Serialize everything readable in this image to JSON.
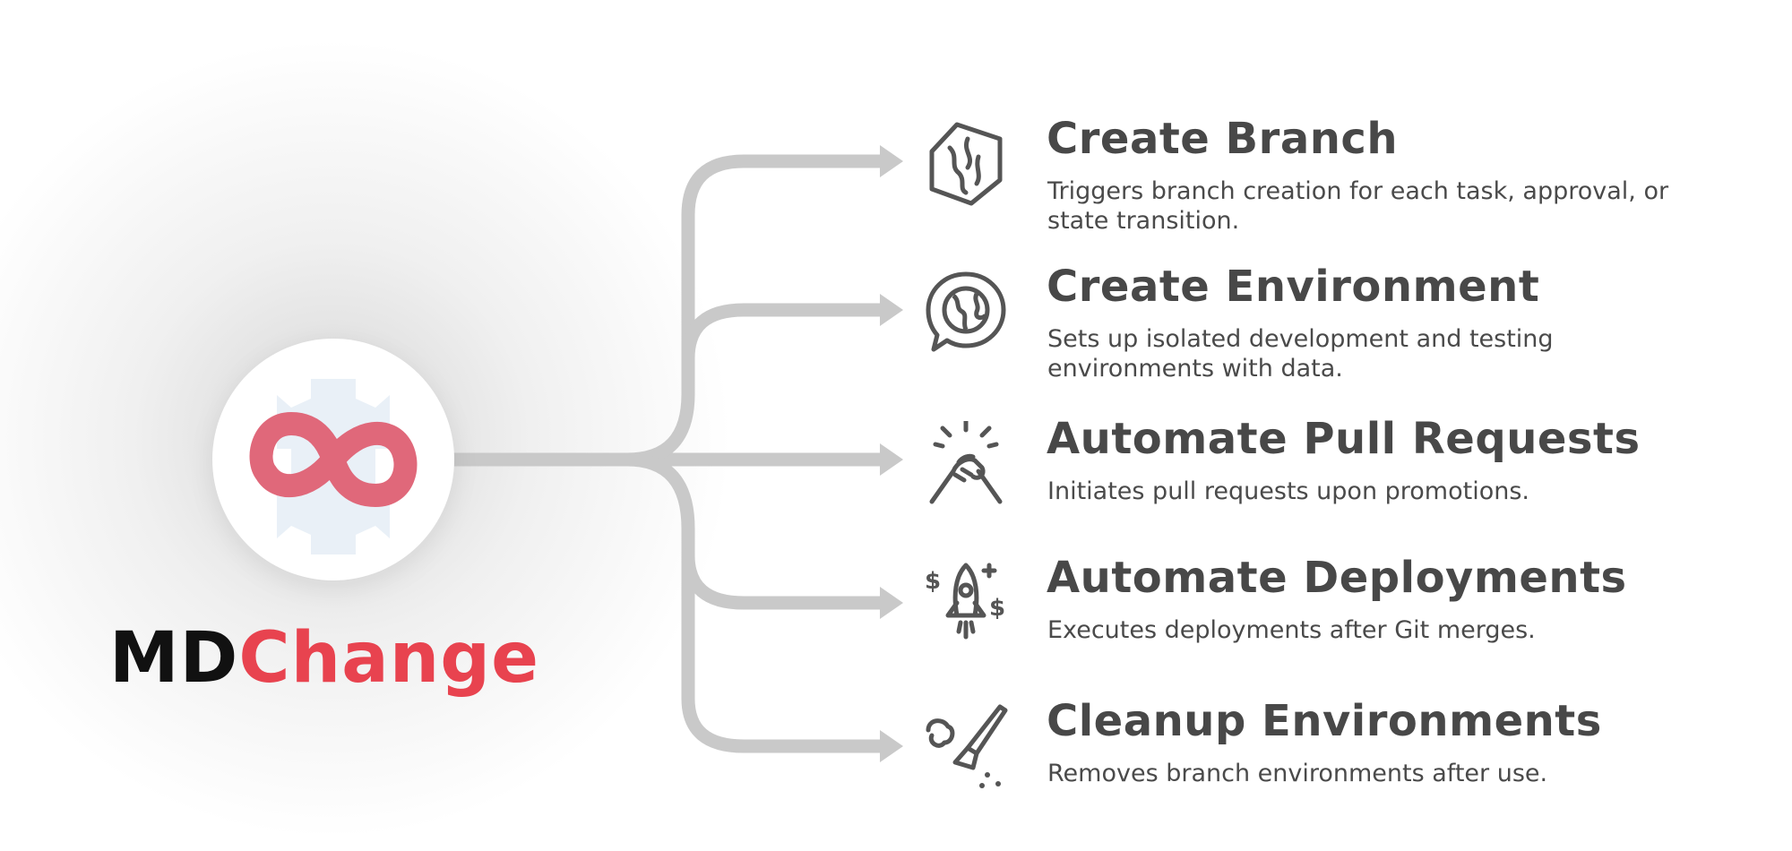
{
  "brand": {
    "part1": "MD",
    "part2": "Change"
  },
  "colors": {
    "accent": "#e8434f",
    "line": "#c9c9c9",
    "text": "#484848"
  },
  "items": [
    {
      "title": "Create Branch",
      "desc": "Triggers branch creation for each task, approval, or state transition.",
      "icon": "branch-hexagon-icon"
    },
    {
      "title": "Create Environment",
      "desc": "Sets up isolated development and testing environments with data.",
      "icon": "globe-chat-icon"
    },
    {
      "title": "Automate Pull Requests",
      "desc": "Initiates pull requests upon promotions.",
      "icon": "handshake-icon"
    },
    {
      "title": "Automate Deployments",
      "desc": "Executes deployments after Git merges.",
      "icon": "rocket-icon"
    },
    {
      "title": "Cleanup Environments",
      "desc": "Removes branch environments after use.",
      "icon": "broom-icon"
    }
  ]
}
